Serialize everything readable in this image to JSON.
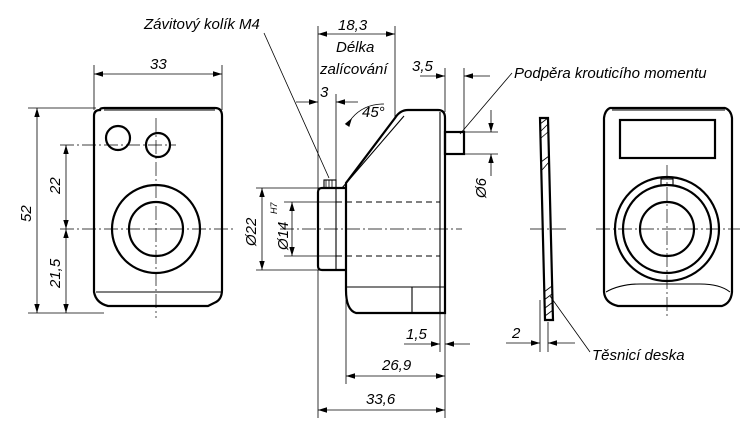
{
  "labels": {
    "set_screw": "Závitový kolík M4",
    "torque_support": "Podpěra krouticího momentu",
    "engagement_length_1": "Délka",
    "engagement_length_2": "zalícování",
    "sealing_plate": "Těsnicí deska"
  },
  "dimensions": {
    "front_width": "33",
    "front_height": "52",
    "hole_offset": "22",
    "bore_height": "21,5",
    "side_18_3": "18,3",
    "side_3": "3",
    "angle": "45°",
    "side_3_5": "3,5",
    "pin_dia": "Ø6",
    "dia_22": "Ø22",
    "dia_14": "Ø14",
    "dia_14_tol": "H7",
    "side_1_5": "1,5",
    "side_26_9": "26,9",
    "side_33_6": "33,6",
    "seal_2": "2"
  }
}
